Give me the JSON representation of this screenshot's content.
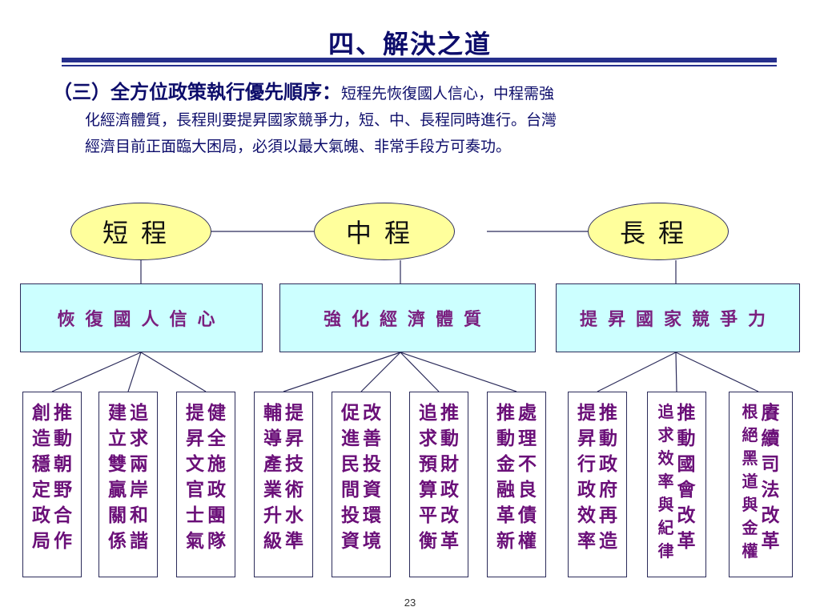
{
  "title": "四、解決之道",
  "intro": {
    "heading": "（三）全方位政策執行優先順序：",
    "text_line1": "短程先恢復國人信心，中程需強",
    "text_line2": "化經濟體質，長程則要提昇國家競爭力，短、中、長程同時進行。台灣",
    "text_line3": "經濟目前正面臨大困局，必須以最大氣魄、非常手段方可奏功。"
  },
  "phases": [
    {
      "name": "短程",
      "goal": "恢復國人信心",
      "actions": [
        {
          "columns": [
            "推動朝野合作",
            "創造穩定政局"
          ]
        },
        {
          "columns": [
            "追求兩岸和諧",
            "建立雙贏關係"
          ]
        },
        {
          "columns": [
            "健全施政團隊",
            "提昇文官士氣"
          ]
        }
      ]
    },
    {
      "name": "中程",
      "goal": "強化經濟體質",
      "actions": [
        {
          "columns": [
            "提昇技術水準",
            "輔導產業升級"
          ]
        },
        {
          "columns": [
            "改善投資環境",
            "促進民間投資"
          ]
        },
        {
          "columns": [
            "推動財政改革",
            "追求預算平衡"
          ]
        },
        {
          "columns": [
            "處理不良債權",
            "推動金融革新"
          ]
        }
      ]
    },
    {
      "name": "長程",
      "goal": "提昇國家競爭力",
      "actions": [
        {
          "columns": [
            "推動政府再造",
            "提昇行政效率"
          ]
        },
        {
          "columns": [
            "推動國會改革",
            "追求效率與紀律"
          ]
        },
        {
          "columns": [
            "賡續司法改革",
            "根絕黑道與金權"
          ]
        }
      ]
    }
  ],
  "page_number": "23",
  "colors": {
    "title": "#0d0d6b",
    "ellipse_fill": "#ffff9c",
    "goal_fill": "#ccffff",
    "action_text": "#6a0f78",
    "rule": "#262f8c"
  }
}
